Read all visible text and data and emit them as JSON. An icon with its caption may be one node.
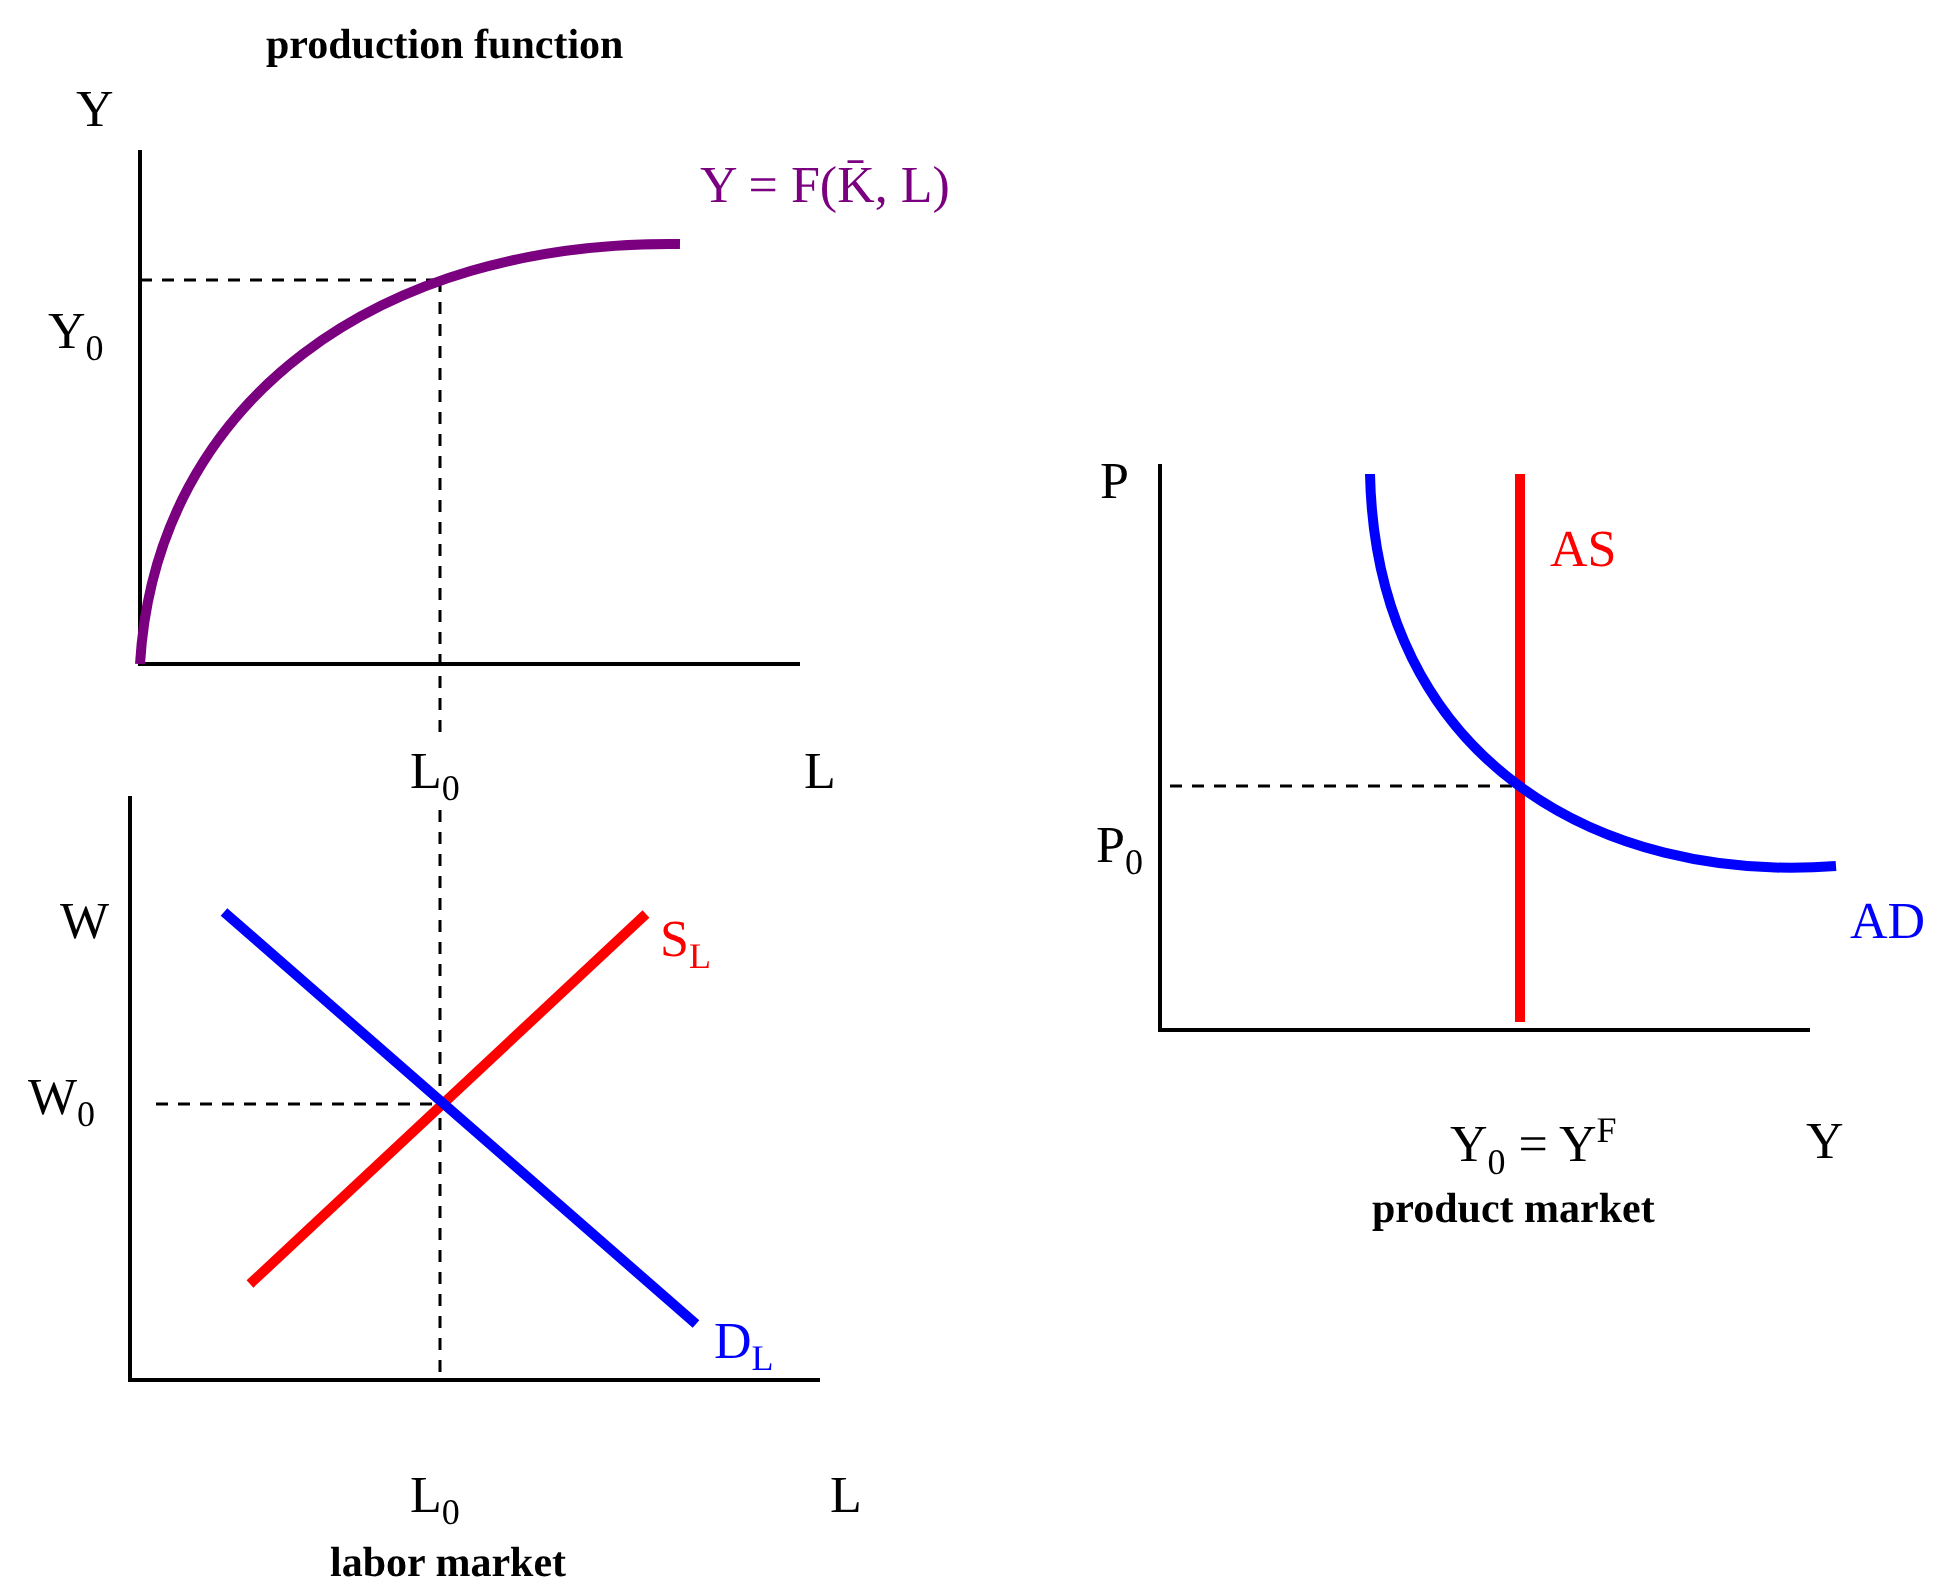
{
  "diagram": {
    "labels": [
      "production function",
      "Y",
      "Y = F(K̄, L)",
      "Y$_{0}$",
      "P",
      "AS",
      "L$_{0}$",
      "L",
      "P$_{0}$",
      "W",
      "AD",
      "S$_{L}$",
      "W$_{0}$",
      "Y$_{0}$ = Y$^{F}$",
      "Y",
      "product market",
      "D$_{L}$",
      "L$_{0}$",
      "L",
      "labor market"
    ]
  }
}
